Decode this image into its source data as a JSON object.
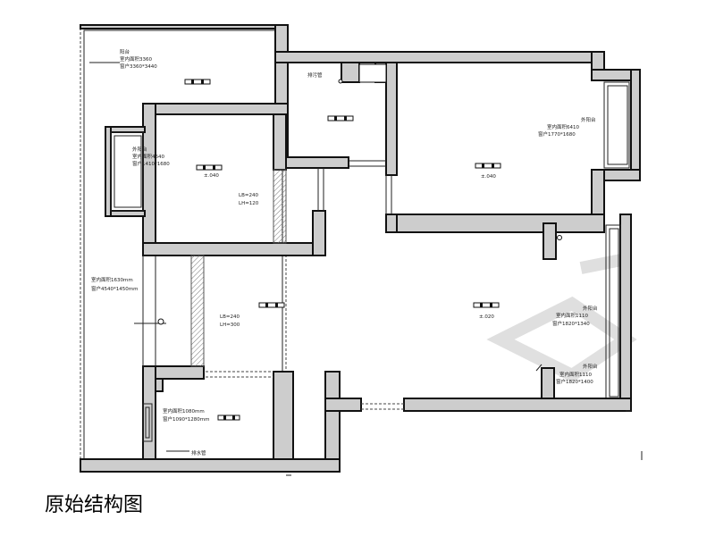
{
  "caption": "原始结构图",
  "rooms": {
    "top_left": {
      "name": "阳台",
      "l1": "室内面积3360",
      "l2": "窗户3360*3440"
    },
    "bedroom1": {
      "name": "外阳台",
      "l1": "室内面积4640",
      "l2": "窗户1410*1680",
      "level": "±.040"
    },
    "bathroom": {
      "name": "排污管",
      "level": ""
    },
    "bedroom2": {
      "name": "外阳台",
      "l1": "室内面积6410",
      "l2": "窗户1770*1680",
      "level": "±.040"
    },
    "left_wall": {
      "l1": "室内面积1630mm",
      "l2": "窗户4540*1450mm"
    },
    "living": {
      "level": "±.020",
      "dim1": "LB=240",
      "dim2": "LH=300"
    },
    "hall_dim": {
      "d1": "LB=240",
      "d2": "LH=120"
    },
    "right_win1": {
      "name": "外阳台",
      "l1": "室内面积1110",
      "l2": "窗户1820*1340"
    },
    "right_win2": {
      "name": "外阳台",
      "l1": "室内面积1110",
      "l2": "窗户1820*1400"
    },
    "bottom_room": {
      "l1": "室内面积1080mm",
      "l2": "窗户1090*1280mm",
      "name": "排水管"
    }
  }
}
